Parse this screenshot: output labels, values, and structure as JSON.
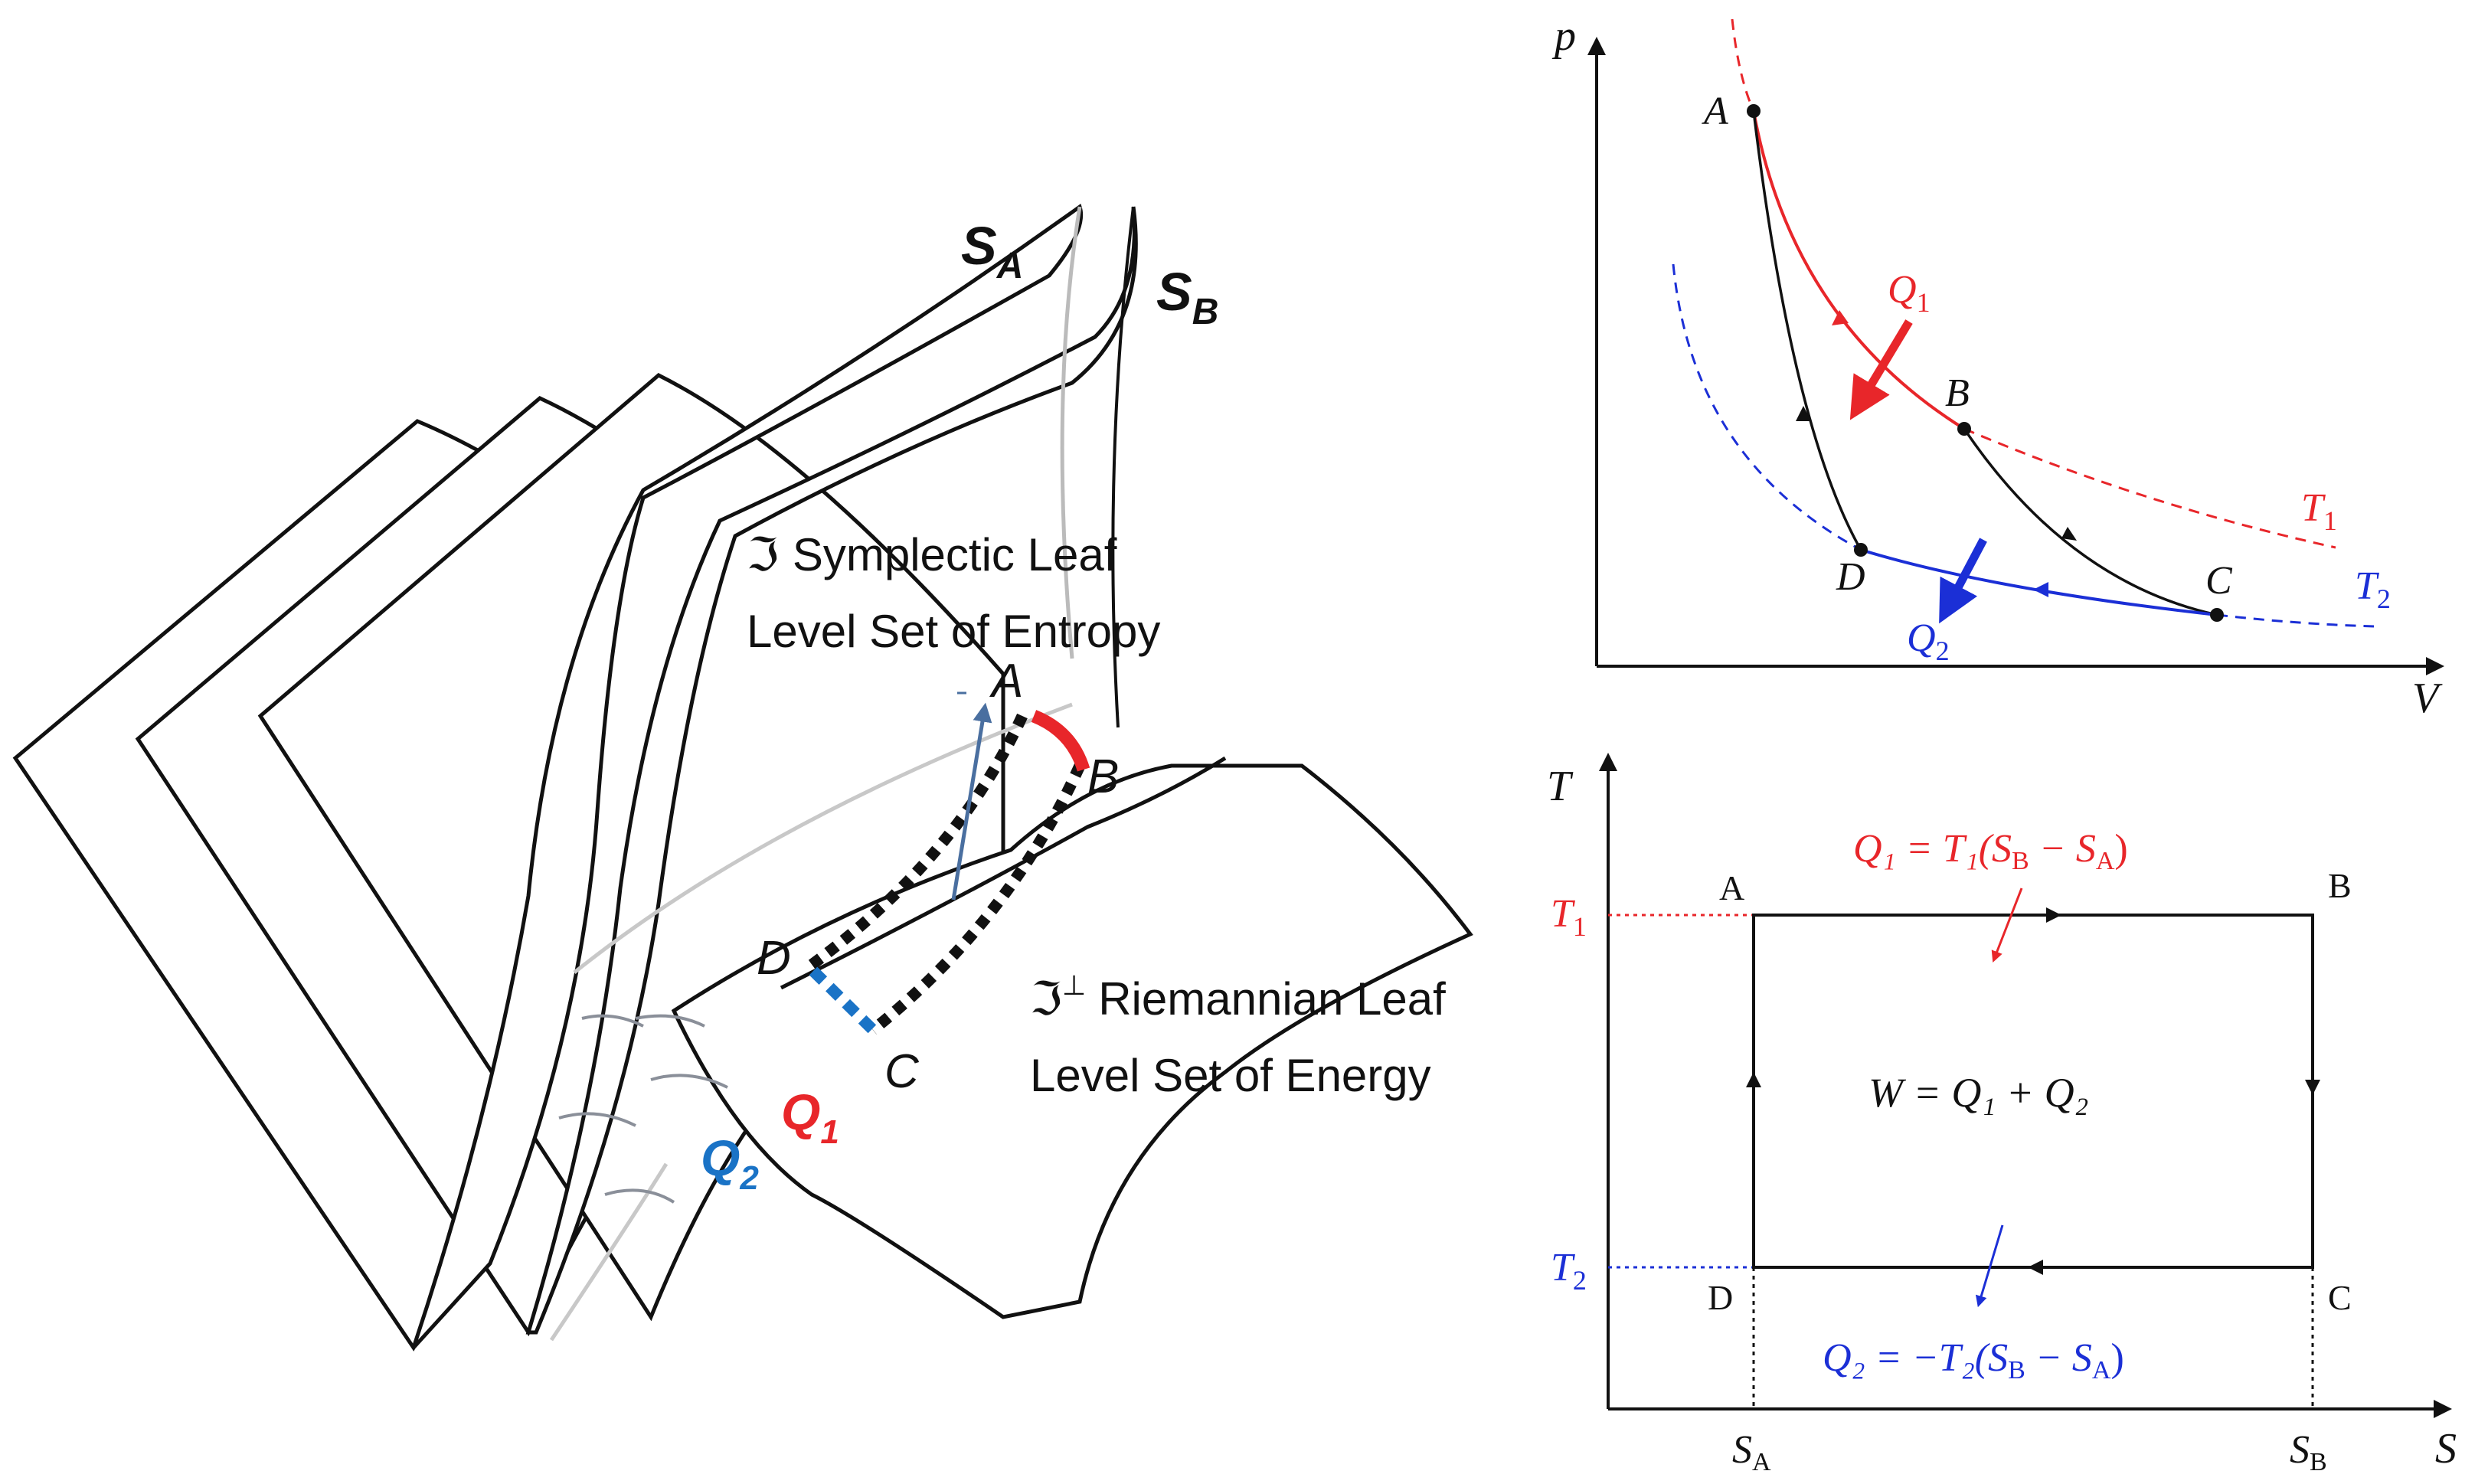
{
  "colors": {
    "red": "#e8262a",
    "blue": "#1b2fd6",
    "sheet_blue": "#1a73c6",
    "ink": "#111111"
  },
  "left_diagram": {
    "surface_labels": {
      "sa_main": "S",
      "sa_sub": "A",
      "sb_main": "S",
      "sb_sub": "B"
    },
    "leaf1": {
      "symbol": "ℑ",
      "line1": "Symplectic Leaf",
      "line2": "Level Set of Entropy"
    },
    "leaf2": {
      "symbol": "ℑ",
      "sup": "⊥",
      "line1": "Riemannian Leaf",
      "line2": "Level Set of Energy"
    },
    "points": {
      "A": "A",
      "B": "B",
      "C": "C",
      "D": "D"
    },
    "q1_main": "Q",
    "q1_sub": "1",
    "q2_main": "Q",
    "q2_sub": "2"
  },
  "pv_diagram": {
    "axis_y": "p",
    "axis_x": "V",
    "points": {
      "A": "A",
      "B": "B",
      "C": "C",
      "D": "D"
    },
    "q1_main": "Q",
    "q1_sub": "1",
    "q2_main": "Q",
    "q2_sub": "2",
    "t1_main": "T",
    "t1_sub": "1",
    "t2_main": "T",
    "t2_sub": "2"
  },
  "ts_diagram": {
    "axis_y": "T",
    "axis_x": "S",
    "t1_main": "T",
    "t1_sub": "1",
    "t2_main": "T",
    "t2_sub": "2",
    "sa_main": "S",
    "sa_sub": "A",
    "sb_main": "S",
    "sb_sub": "B",
    "corners": {
      "A": "A",
      "B": "B",
      "C": "C",
      "D": "D"
    },
    "eq_q1": "Q₁ = T₁(S",
    "eq_q1_b": "B",
    "eq_q1_mid": " − S",
    "eq_q1_a": "A",
    "eq_q1_end": ")",
    "eq_q2": "Q₂ = −T₂(S",
    "eq_q2_b": "B",
    "eq_q2_mid": " − S",
    "eq_q2_a": "A",
    "eq_q2_end": ")",
    "eq_w": "W = Q₁ + Q₂"
  }
}
